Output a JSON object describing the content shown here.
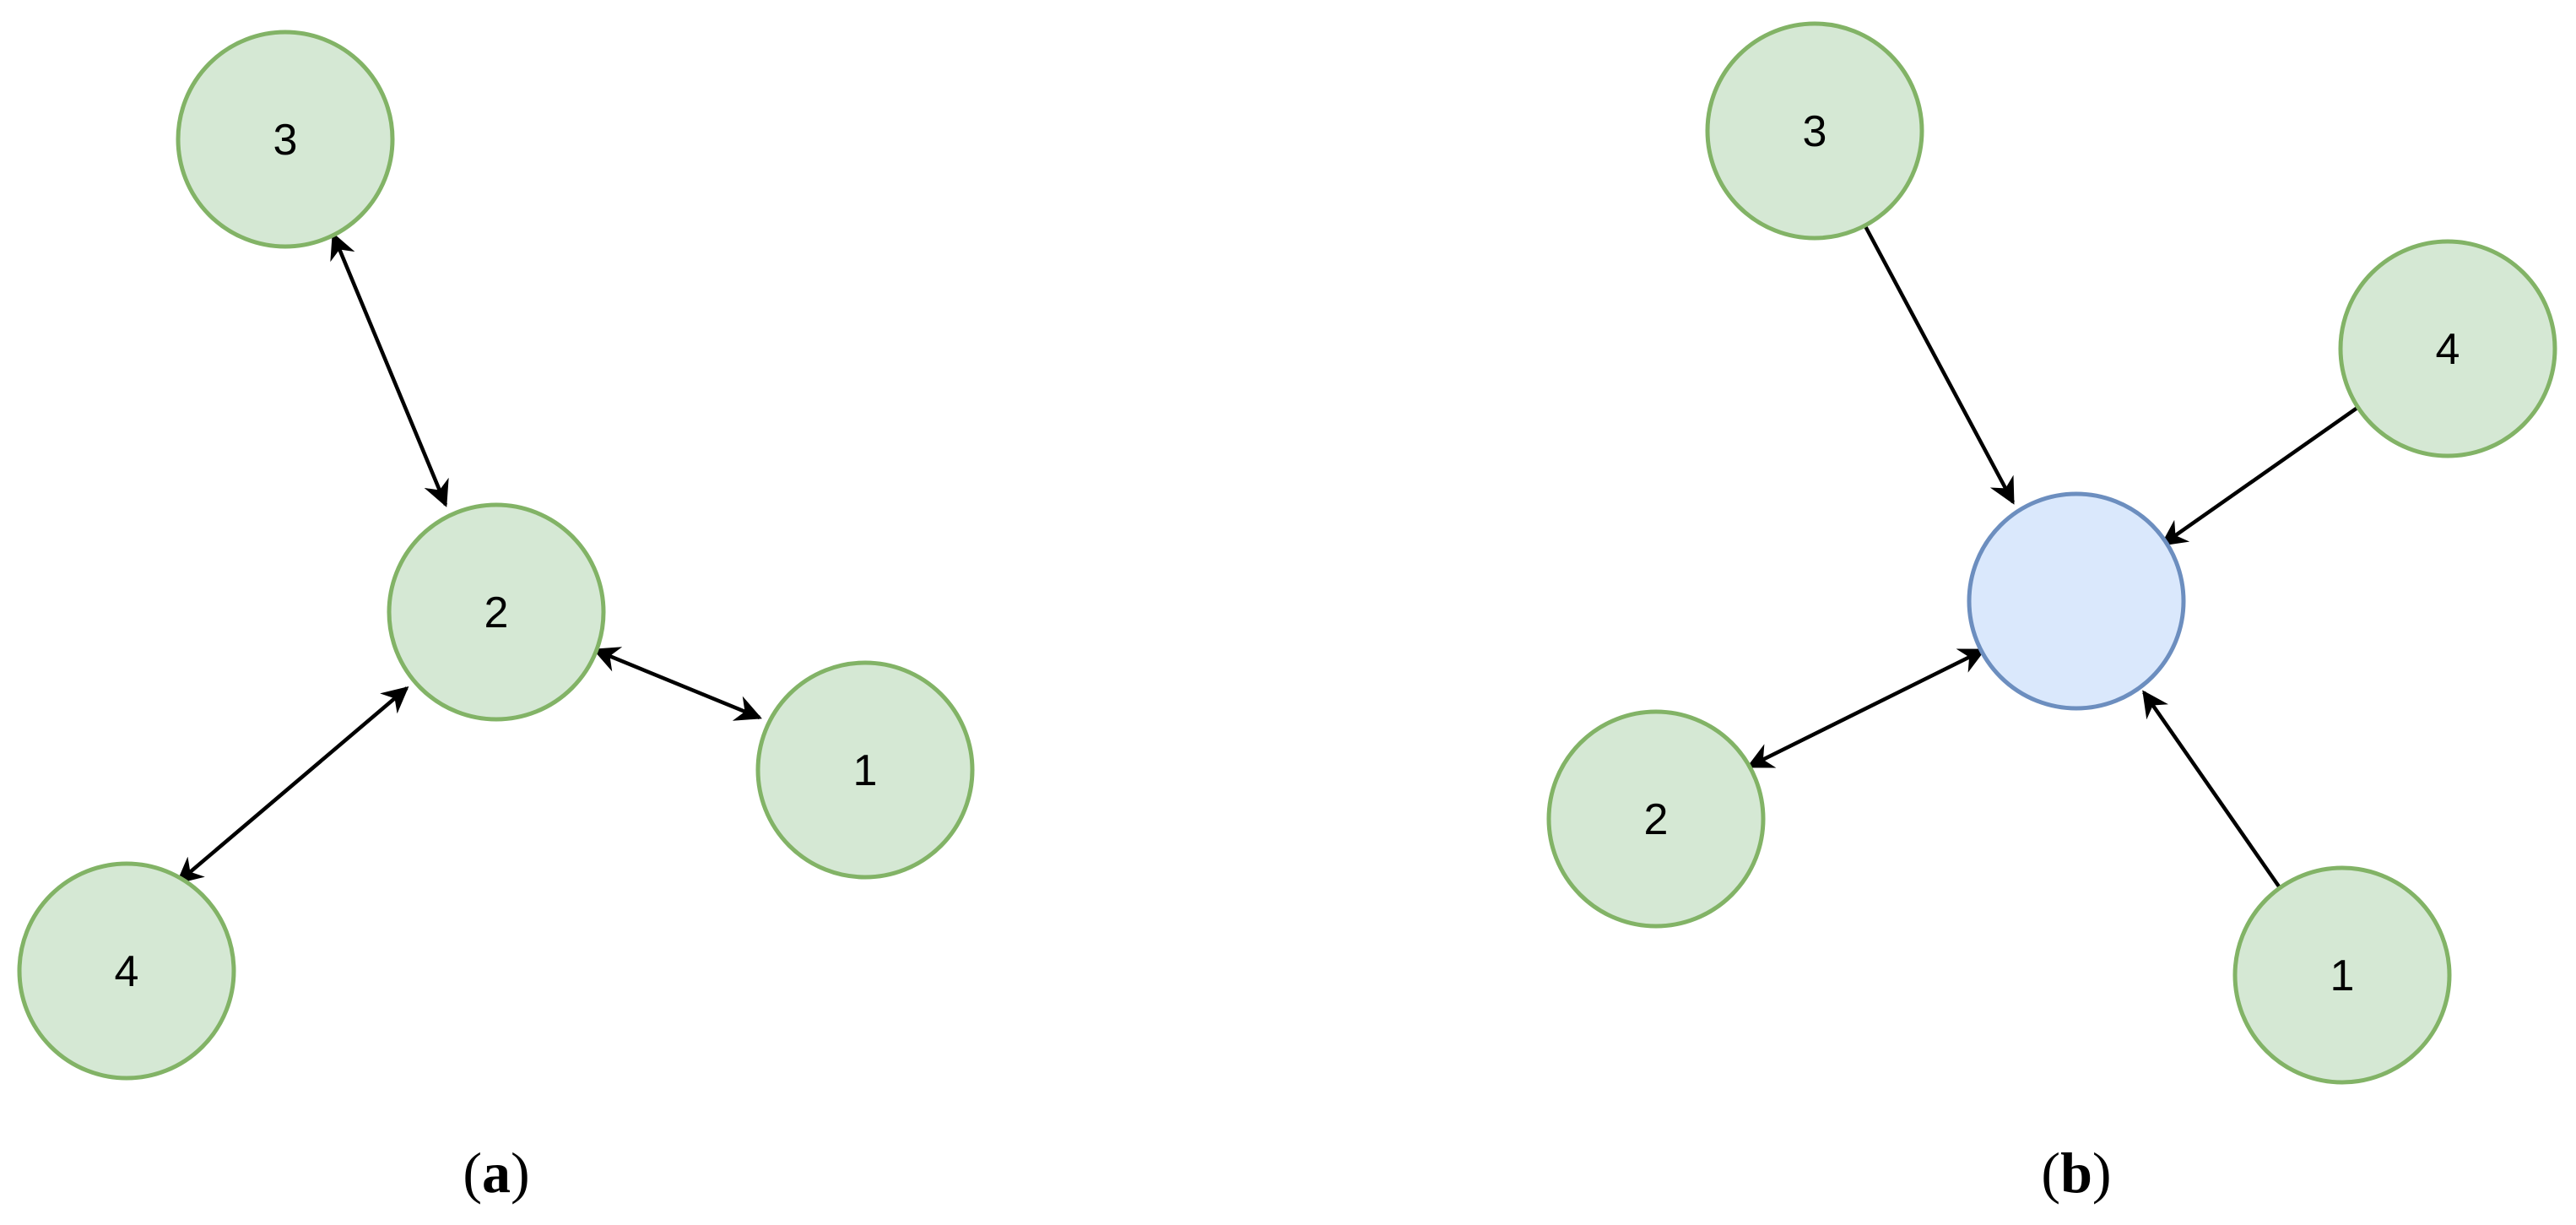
{
  "panels": [
    {
      "caption_open": "(",
      "caption_letter": "a",
      "caption_close": ")",
      "nodes": [
        {
          "label": "3"
        },
        {
          "label": "2"
        },
        {
          "label": "1"
        },
        {
          "label": "4"
        }
      ],
      "edges": [
        {
          "from": "3",
          "to": "2",
          "direction": "both"
        },
        {
          "from": "2",
          "to": "1",
          "direction": "both"
        },
        {
          "from": "2",
          "to": "4",
          "direction": "both"
        }
      ]
    },
    {
      "caption_open": "(",
      "caption_letter": "b",
      "caption_close": ")",
      "nodes": [
        {
          "label": "3"
        },
        {
          "label": "4"
        },
        {
          "label": ""
        },
        {
          "label": "2"
        },
        {
          "label": "1"
        }
      ],
      "edges": [
        {
          "from": "3",
          "to": "hub",
          "direction": "forward"
        },
        {
          "from": "4",
          "to": "hub",
          "direction": "forward"
        },
        {
          "from": "2",
          "to": "hub",
          "direction": "both"
        },
        {
          "from": "1",
          "to": "hub",
          "direction": "forward"
        }
      ]
    }
  ],
  "colors": {
    "node_fill_green": "#d5e8d4",
    "node_stroke_green": "#82b366",
    "node_fill_blue": "#dae8fc",
    "node_stroke_blue": "#6c8ebf",
    "edge": "#000000"
  }
}
